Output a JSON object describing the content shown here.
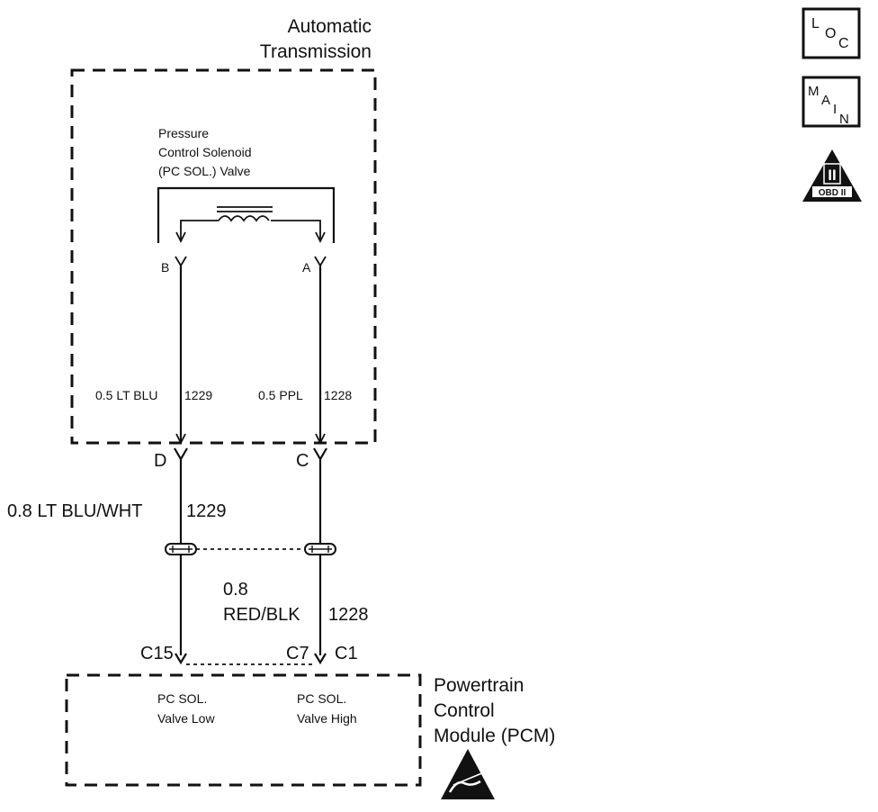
{
  "module_top": {
    "title_line1": "Automatic",
    "title_line2": "Transmission"
  },
  "solenoid": {
    "label_line1": "Pressure",
    "label_line2": "Control Solenoid",
    "label_line3": "(PC SOL.) Valve",
    "pin_b": "B",
    "pin_a": "A"
  },
  "wires_inner": {
    "left_label": "0.5 LT BLU",
    "left_circuit": "1229",
    "right_label": "0.5 PPL",
    "right_circuit": "1228"
  },
  "connector_mid": {
    "pin_d": "D",
    "pin_c": "C"
  },
  "wires_outer": {
    "left_label": "0.8 LT BLU/WHT",
    "left_circuit": "1229",
    "right_label_line1": "0.8",
    "right_label_line2": "RED/BLK",
    "right_circuit": "1228"
  },
  "pcm_pins": {
    "c15": "C15",
    "c7": "C7",
    "c1": "C1"
  },
  "pcm": {
    "title_line1": "Powertrain",
    "title_line2": "Control",
    "title_line3": "Module (PCM)",
    "low_line1": "PC SOL.",
    "low_line2": "Valve Low",
    "high_line1": "PC SOL.",
    "high_line2": "Valve High"
  },
  "icons": {
    "loc": [
      "L",
      "O",
      "C"
    ],
    "main": [
      "M",
      "A",
      "I",
      "N"
    ],
    "obd_symbol": "II",
    "obd_text": "OBD II"
  }
}
